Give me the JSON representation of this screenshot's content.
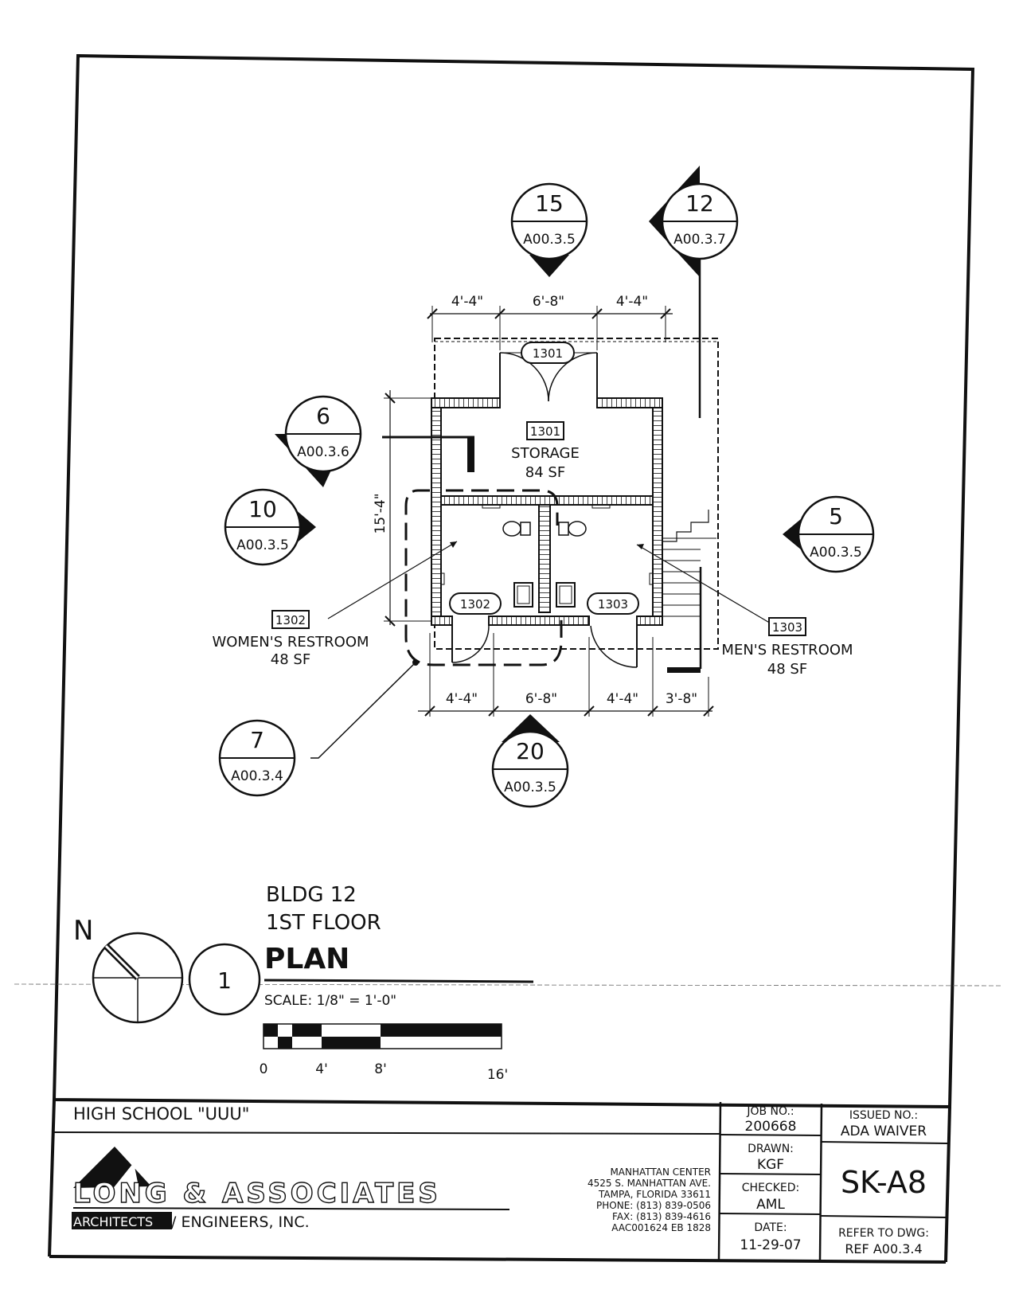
{
  "rooms": {
    "storage": {
      "number": "1301",
      "name": "STORAGE",
      "area": "84 SF"
    },
    "storage_door": "1301",
    "women": {
      "number": "1302",
      "name": "WOMEN'S RESTROOM",
      "area": "48 SF",
      "door": "1302"
    },
    "men": {
      "number": "1303",
      "name": "MEN'S RESTROOM",
      "area": "48 SF",
      "door": "1303"
    }
  },
  "dimensions": {
    "top": [
      "4'-4\"",
      "6'-8\"",
      "4'-4\""
    ],
    "bottom": [
      "4'-4\"",
      "6'-8\"",
      "4'-4\"",
      "3'-8\""
    ],
    "left": "15'-4\""
  },
  "callouts": {
    "c15": {
      "num": "15",
      "ref": "A00.3.5"
    },
    "c12": {
      "num": "12",
      "ref": "A00.3.7"
    },
    "c6": {
      "num": "6",
      "ref": "A00.3.6"
    },
    "c10": {
      "num": "10",
      "ref": "A00.3.5"
    },
    "c5": {
      "num": "5",
      "ref": "A00.3.5"
    },
    "c7": {
      "num": "7",
      "ref": "A00.3.4"
    },
    "c20": {
      "num": "20",
      "ref": "A00.3.5"
    }
  },
  "title": {
    "line1": "BLDG 12",
    "line2": "1ST FLOOR",
    "line3": "PLAN",
    "drawing_number": "1",
    "north": "N",
    "scale": "SCALE:   1/8\" = 1'-0\"",
    "scale_ticks": [
      "0",
      "4'",
      "8'",
      "16'"
    ]
  },
  "titleblock": {
    "project": "HIGH SCHOOL \"UUU\"",
    "firm": "LONG & ASSOCIATES",
    "firm_sub1": "ARCHITECTS",
    "firm_sub2": "/ ENGINEERS, INC.",
    "address": [
      "MANHATTAN CENTER",
      "4525 S. MANHATTAN AVE.",
      "TAMPA, FLORIDA 33611",
      "PHONE:  (813) 839-0506",
      "FAX:      (813) 839-4616",
      "AAC001624    EB 1828"
    ],
    "job_label": "JOB NO.:",
    "job_value": "200668",
    "drawn_label": "DRAWN:",
    "drawn_value": "KGF",
    "checked_label": "CHECKED:",
    "checked_value": "AML",
    "date_label": "DATE:",
    "date_value": "11-29-07",
    "issued_label": "ISSUED NO.:",
    "issued_value": "ADA WAIVER",
    "sheet": "SK-A8",
    "refer_label": "REFER TO DWG:",
    "refer_value": "REF A00.3.4"
  }
}
